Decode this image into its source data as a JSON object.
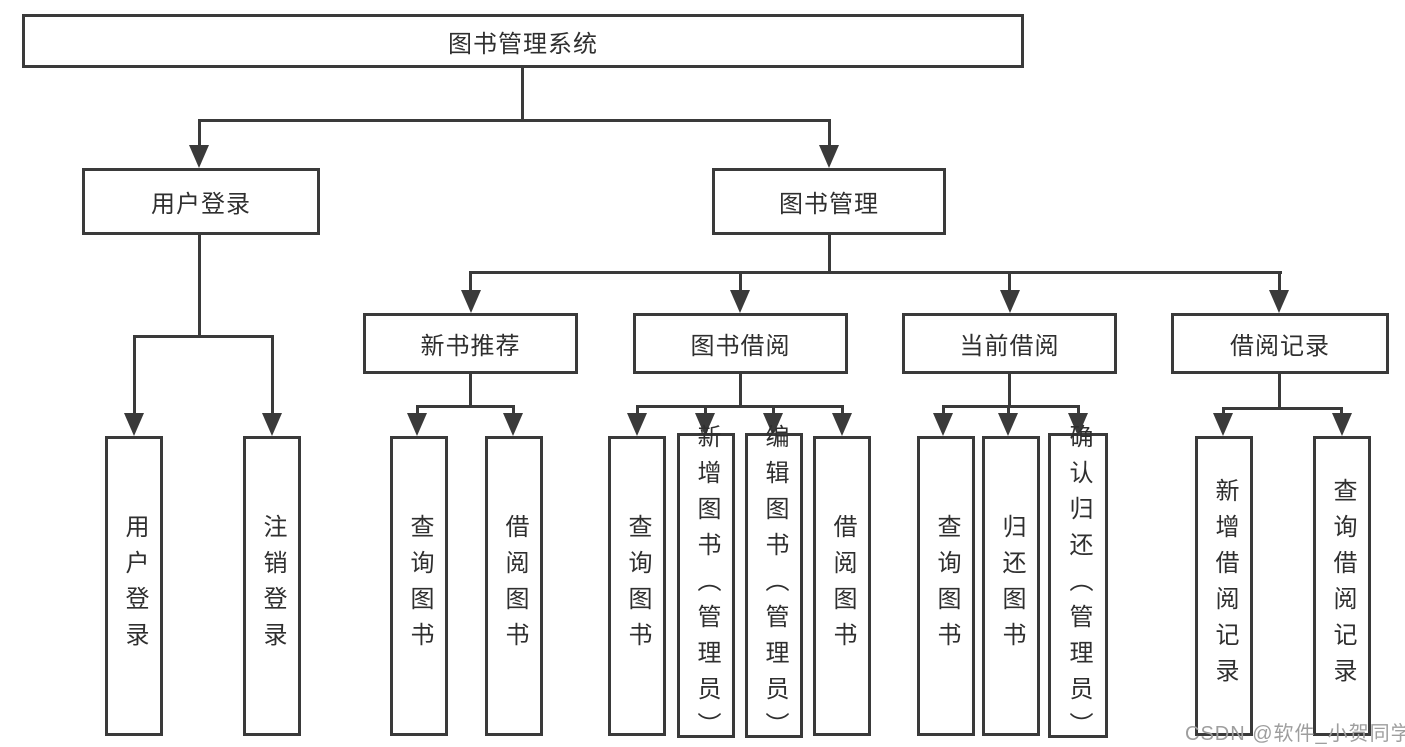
{
  "colors": {
    "line": "#3a3a3a",
    "box_border": "#3a3a3a",
    "box_background": "#ffffff",
    "text": "#2f2f2f",
    "watermark": "#9e9e9e",
    "background": "#ffffff"
  },
  "watermark": {
    "text": "CSDN @软件_小贺同学"
  },
  "tree": {
    "label": "图书管理系统",
    "children": [
      {
        "label": "用户登录",
        "children": [
          {
            "label": "用户登录"
          },
          {
            "label": "注销登录"
          }
        ]
      },
      {
        "label": "图书管理",
        "children": [
          {
            "label": "新书推荐",
            "children": [
              {
                "label": "查询图书"
              },
              {
                "label": "借阅图书"
              }
            ]
          },
          {
            "label": "图书借阅",
            "children": [
              {
                "label": "查询图书"
              },
              {
                "label": "新增图书（管理员）"
              },
              {
                "label": "编辑图书（管理员）"
              },
              {
                "label": "借阅图书"
              }
            ]
          },
          {
            "label": "当前借阅",
            "children": [
              {
                "label": "查询图书"
              },
              {
                "label": "归还图书"
              },
              {
                "label": "确认归还（管理员）"
              }
            ]
          },
          {
            "label": "借阅记录",
            "children": [
              {
                "label": "新增借阅记录"
              },
              {
                "label": "查询借阅记录"
              }
            ]
          }
        ]
      }
    ]
  }
}
